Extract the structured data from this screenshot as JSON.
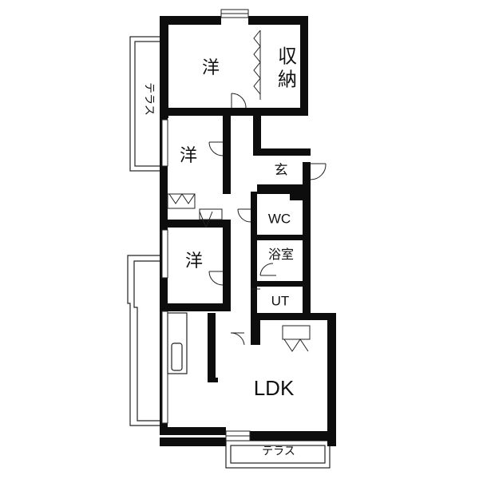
{
  "floorplan": {
    "rooms": {
      "western_top": "洋",
      "storage": "収納",
      "western_middle": "洋",
      "western_lower": "洋",
      "entrance": "玄",
      "wc": "WC",
      "bathroom": "浴室",
      "utility": "UT",
      "ldk": "LDK"
    },
    "terraces": {
      "left": "テラス",
      "bottom": "テラス"
    }
  }
}
